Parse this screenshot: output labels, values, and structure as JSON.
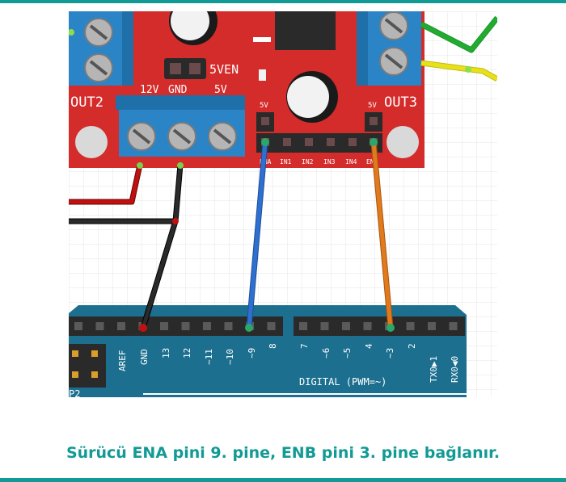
{
  "driver": {
    "labels": {
      "out2": "OUT2",
      "out3": "OUT3",
      "ven": "5VEN",
      "v12": "12V",
      "gnd": "GND",
      "v5": "5V",
      "pin5v_left": "5V",
      "pin5v_right": "5V",
      "ena": "ENA",
      "in1": "IN1",
      "in2": "IN2",
      "in3": "IN3",
      "in4": "IN4",
      "enb": "EN"
    }
  },
  "arduino": {
    "left_header_labels": [
      "AREF",
      "GND",
      "13",
      "12",
      "~11",
      "~10",
      "~9",
      "8"
    ],
    "right_header_labels": [
      "7",
      "~6",
      "~5",
      "4",
      "~3",
      "2",
      "TX0▶1",
      "RX0◀0"
    ],
    "digital_label": "DIGITAL (PWM=~)",
    "icsp_label": "P2"
  },
  "wires": [
    {
      "name": "12V",
      "color": "#c01010"
    },
    {
      "name": "GND",
      "color": "#1a1a1a"
    },
    {
      "name": "ENA-9",
      "color": "#2e6fd0"
    },
    {
      "name": "ENB-3",
      "color": "#e07a1c"
    },
    {
      "name": "OUT3-A",
      "color": "#22aa33"
    },
    {
      "name": "OUT3-B",
      "color": "#e6e21a"
    }
  ],
  "caption": "Sürücü ENA pini 9. pine, ENB pini 3. pine bağlanır."
}
